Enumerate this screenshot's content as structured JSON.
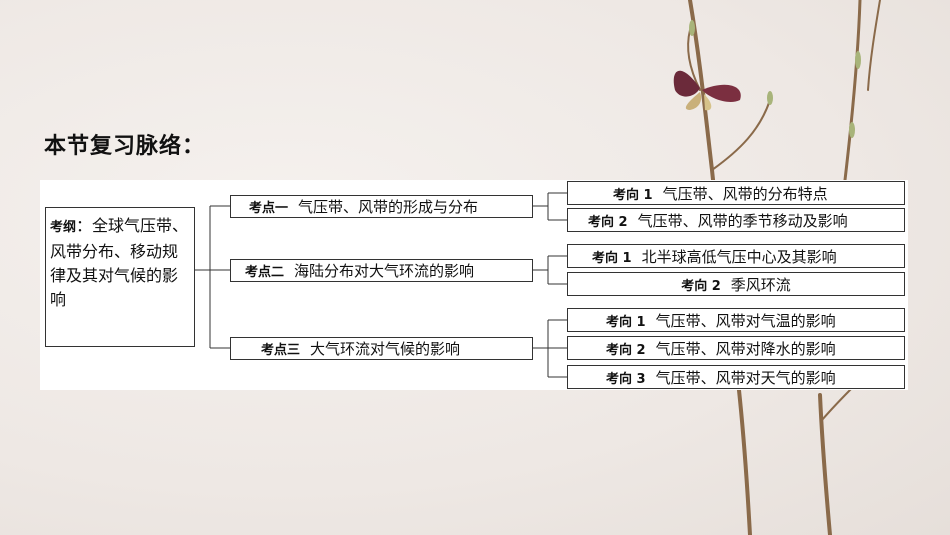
{
  "title": "本节复习脉络：",
  "diagram": {
    "root": {
      "tag": "考纲",
      "text": "：全球气压带、风带分布、移动规律及其对气候的影响"
    },
    "points": [
      {
        "tag": "考点一",
        "text": "气压带、风带的形成与分布",
        "directions": [
          {
            "tag": "考向 1",
            "text": "气压带、风带的分布特点"
          },
          {
            "tag": "考向 2",
            "text": "气压带、风带的季节移动及影响"
          }
        ]
      },
      {
        "tag": "考点二",
        "text": "海陆分布对大气环流的影响",
        "directions": [
          {
            "tag": "考向 1",
            "text": "北半球高低气压中心及其影响"
          },
          {
            "tag": "考向 2",
            "text": "季风环流"
          }
        ]
      },
      {
        "tag": "考点三",
        "text": "大气环流对气候的影响",
        "directions": [
          {
            "tag": "考向 1",
            "text": "气压带、风带对气温的影响"
          },
          {
            "tag": "考向 2",
            "text": "气压带、风带对降水的影响"
          },
          {
            "tag": "考向 3",
            "text": "气压带、风带对天气的影响"
          }
        ]
      }
    ]
  }
}
